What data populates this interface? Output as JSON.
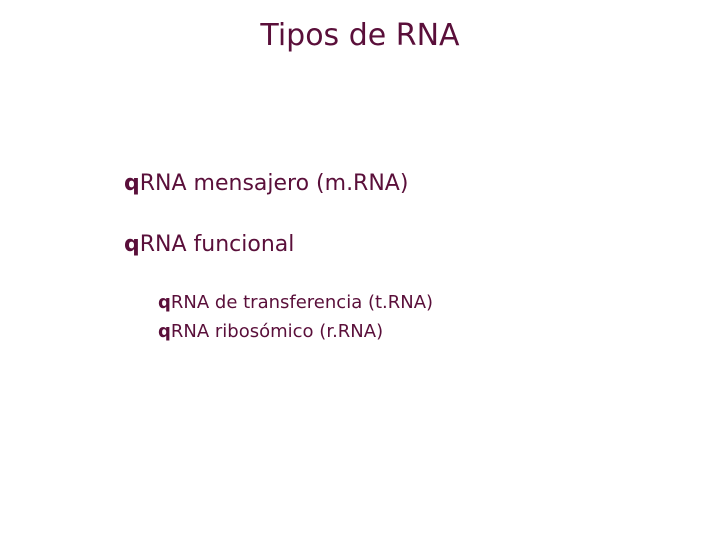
{
  "slide": {
    "title": "Tipos de RNA",
    "bullet_marker": "q",
    "items": [
      {
        "level": 1,
        "text": "RNA mensajero (m.RNA)"
      },
      {
        "level": 1,
        "text": "RNA funcional"
      },
      {
        "level": 2,
        "text": "RNA de transferencia (t.RNA)"
      },
      {
        "level": 2,
        "text": "RNA ribosómico (r.RNA)"
      }
    ]
  },
  "colors": {
    "text": "#5a0f3a",
    "background": "#ffffff"
  }
}
